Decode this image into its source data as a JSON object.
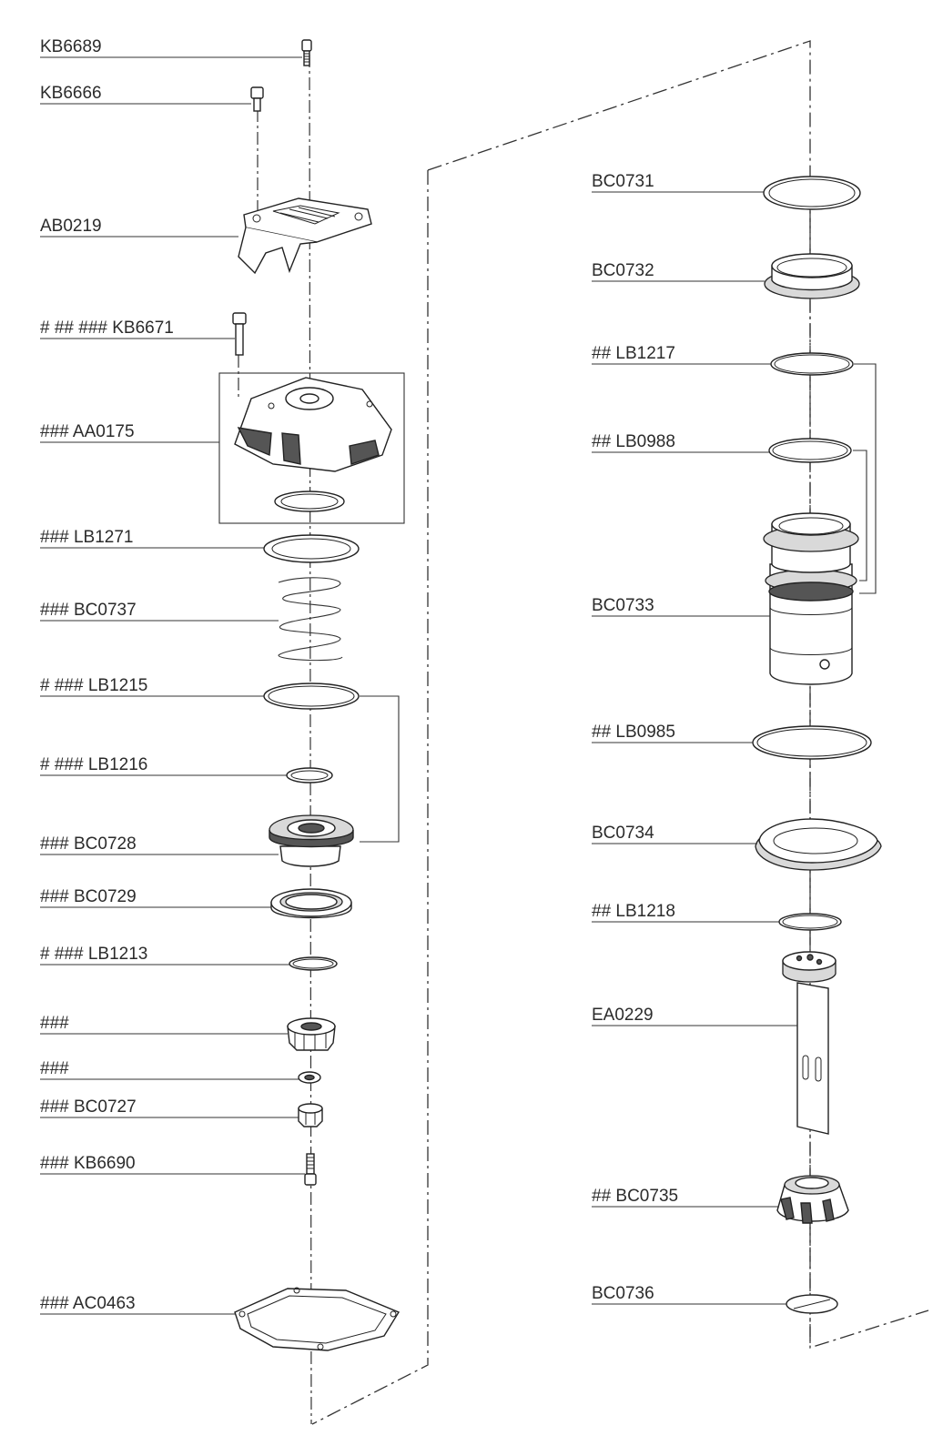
{
  "labels_left": [
    {
      "id": "kb6689",
      "text": "KB6689"
    },
    {
      "id": "kb6666",
      "text": "KB6666"
    },
    {
      "id": "ab0219",
      "text": "AB0219"
    },
    {
      "id": "kb6671",
      "text": "#  ##  ### KB6671"
    },
    {
      "id": "aa0175",
      "text": "### AA0175"
    },
    {
      "id": "lb1271",
      "text": "### LB1271"
    },
    {
      "id": "bc0737",
      "text": "### BC0737"
    },
    {
      "id": "lb1215",
      "text": "#  ### LB1215"
    },
    {
      "id": "lb1216",
      "text": "#  ### LB1216"
    },
    {
      "id": "bc0728",
      "text": "### BC0728"
    },
    {
      "id": "bc0729",
      "text": "### BC0729"
    },
    {
      "id": "lb1213",
      "text": "#  ### LB1213"
    },
    {
      "id": "nut1",
      "text": "###"
    },
    {
      "id": "washer",
      "text": "###"
    },
    {
      "id": "bc0727",
      "text": "### BC0727"
    },
    {
      "id": "kb6690",
      "text": "### KB6690"
    },
    {
      "id": "ac0463",
      "text": "### AC0463"
    }
  ],
  "labels_right": [
    {
      "id": "bc0731",
      "text": "BC0731"
    },
    {
      "id": "bc0732",
      "text": "BC0732"
    },
    {
      "id": "lb1217",
      "text": "## LB1217"
    },
    {
      "id": "lb0988",
      "text": "## LB0988"
    },
    {
      "id": "bc0733",
      "text": "BC0733"
    },
    {
      "id": "lb0985",
      "text": "## LB0985"
    },
    {
      "id": "bc0734",
      "text": "BC0734"
    },
    {
      "id": "lb1218",
      "text": "## LB1218"
    },
    {
      "id": "ea0229",
      "text": "EA0229"
    },
    {
      "id": "bc0735",
      "text": "## BC0735"
    },
    {
      "id": "bc0736",
      "text": "BC0736"
    }
  ]
}
